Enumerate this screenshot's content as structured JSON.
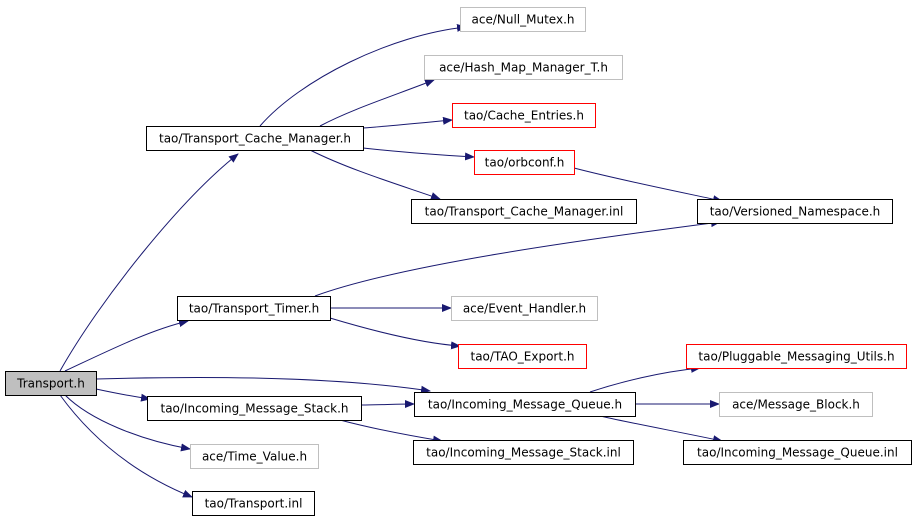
{
  "colors": {
    "edge": "#191970",
    "border_default": "#000000",
    "border_missing": "#bfbfbf",
    "border_truncated": "#ff0000",
    "fill_default": "#ffffff",
    "fill_root": "#bfbfbf"
  },
  "nodes": [
    {
      "id": "transport_h",
      "label": "Transport.h",
      "style": "root"
    },
    {
      "id": "tcm_h",
      "label": "tao/Transport_Cache_Manager.h",
      "style": "default"
    },
    {
      "id": "null_mutex",
      "label": "ace/Null_Mutex.h",
      "style": "missing"
    },
    {
      "id": "hash_map",
      "label": "ace/Hash_Map_Manager_T.h",
      "style": "missing"
    },
    {
      "id": "cache_entries",
      "label": "tao/Cache_Entries.h",
      "style": "truncated"
    },
    {
      "id": "orbconf",
      "label": "tao/orbconf.h",
      "style": "truncated"
    },
    {
      "id": "tcm_inl",
      "label": "tao/Transport_Cache_Manager.inl",
      "style": "default"
    },
    {
      "id": "versioned_ns",
      "label": "tao/Versioned_Namespace.h",
      "style": "default"
    },
    {
      "id": "timer",
      "label": "tao/Transport_Timer.h",
      "style": "default"
    },
    {
      "id": "event_handler",
      "label": "ace/Event_Handler.h",
      "style": "missing"
    },
    {
      "id": "tao_export",
      "label": "tao/TAO_Export.h",
      "style": "truncated"
    },
    {
      "id": "pluggable",
      "label": "tao/Pluggable_Messaging_Utils.h",
      "style": "truncated"
    },
    {
      "id": "ims_h",
      "label": "tao/Incoming_Message_Stack.h",
      "style": "default"
    },
    {
      "id": "imq_h",
      "label": "tao/Incoming_Message_Queue.h",
      "style": "default"
    },
    {
      "id": "msg_block",
      "label": "ace/Message_Block.h",
      "style": "missing"
    },
    {
      "id": "ims_inl",
      "label": "tao/Incoming_Message_Stack.inl",
      "style": "default"
    },
    {
      "id": "imq_inl",
      "label": "tao/Incoming_Message_Queue.inl",
      "style": "default"
    },
    {
      "id": "time_value",
      "label": "ace/Time_Value.h",
      "style": "missing"
    },
    {
      "id": "transport_inl",
      "label": "tao/Transport.inl",
      "style": "default"
    }
  ],
  "edges": [
    {
      "from": "transport_h",
      "to": "tcm_h"
    },
    {
      "from": "transport_h",
      "to": "timer"
    },
    {
      "from": "transport_h",
      "to": "imq_h"
    },
    {
      "from": "transport_h",
      "to": "ims_h"
    },
    {
      "from": "transport_h",
      "to": "time_value"
    },
    {
      "from": "transport_h",
      "to": "transport_inl"
    },
    {
      "from": "tcm_h",
      "to": "null_mutex"
    },
    {
      "from": "tcm_h",
      "to": "hash_map"
    },
    {
      "from": "tcm_h",
      "to": "cache_entries"
    },
    {
      "from": "tcm_h",
      "to": "orbconf"
    },
    {
      "from": "tcm_h",
      "to": "tcm_inl"
    },
    {
      "from": "orbconf",
      "to": "versioned_ns"
    },
    {
      "from": "timer",
      "to": "versioned_ns"
    },
    {
      "from": "timer",
      "to": "event_handler"
    },
    {
      "from": "timer",
      "to": "tao_export"
    },
    {
      "from": "ims_h",
      "to": "imq_h"
    },
    {
      "from": "ims_h",
      "to": "ims_inl"
    },
    {
      "from": "imq_h",
      "to": "pluggable"
    },
    {
      "from": "imq_h",
      "to": "msg_block"
    },
    {
      "from": "imq_h",
      "to": "imq_inl"
    }
  ]
}
